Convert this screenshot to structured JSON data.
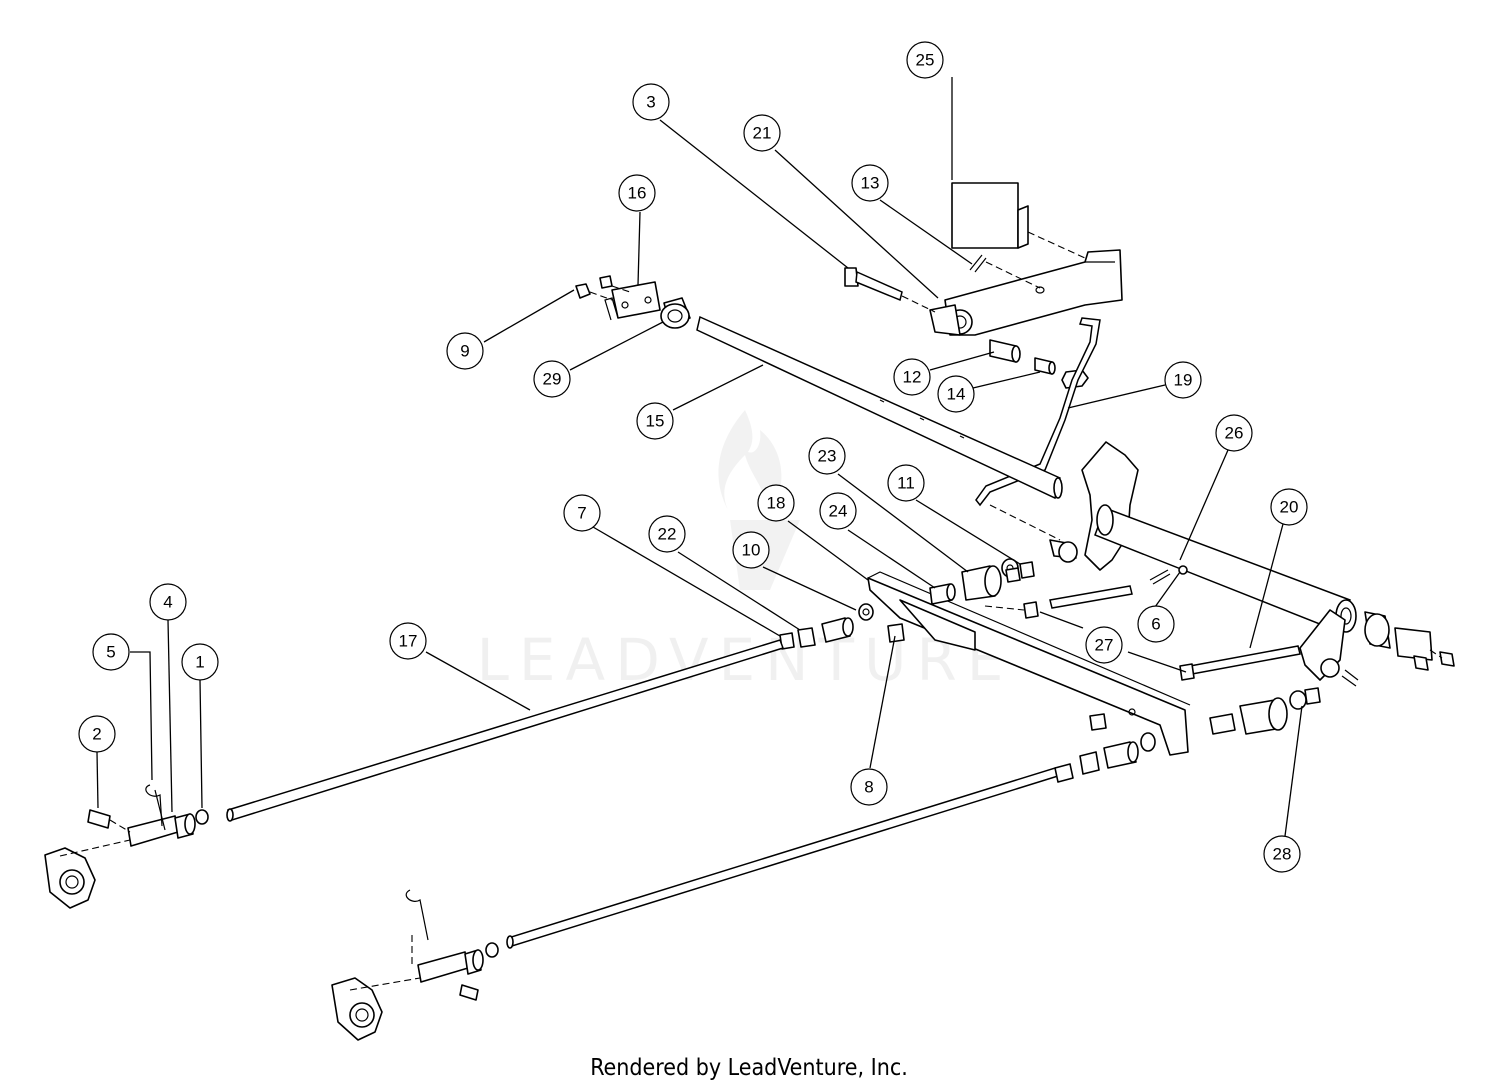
{
  "watermark": {
    "text": "LEADVENTURE"
  },
  "footer": {
    "text": "Rendered by LeadVenture, Inc."
  },
  "callouts": [
    {
      "label": "25"
    },
    {
      "label": "3"
    },
    {
      "label": "21"
    },
    {
      "label": "13"
    },
    {
      "label": "16"
    },
    {
      "label": "9"
    },
    {
      "label": "29"
    },
    {
      "label": "15"
    },
    {
      "label": "12"
    },
    {
      "label": "14"
    },
    {
      "label": "19"
    },
    {
      "label": "26"
    },
    {
      "label": "23"
    },
    {
      "label": "11"
    },
    {
      "label": "18"
    },
    {
      "label": "24"
    },
    {
      "label": "7"
    },
    {
      "label": "22"
    },
    {
      "label": "10"
    },
    {
      "label": "20"
    },
    {
      "label": "6"
    },
    {
      "label": "27"
    },
    {
      "label": "17"
    },
    {
      "label": "4"
    },
    {
      "label": "5"
    },
    {
      "label": "1"
    },
    {
      "label": "2"
    },
    {
      "label": "8"
    },
    {
      "label": "28"
    }
  ]
}
